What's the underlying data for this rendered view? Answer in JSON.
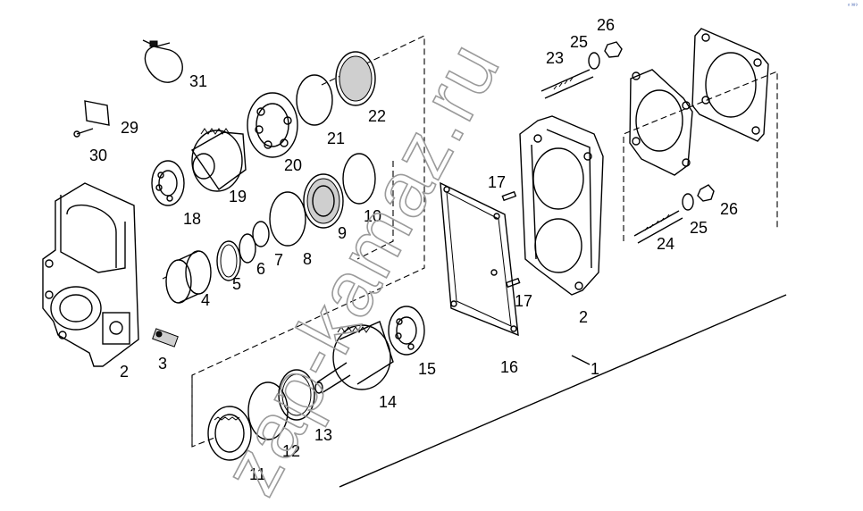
{
  "diagram": {
    "callouts": [
      "31",
      "29",
      "30",
      "19",
      "18",
      "20",
      "21",
      "22",
      "23",
      "25",
      "26",
      "17",
      "2",
      "5",
      "6",
      "7",
      "8",
      "9",
      "10",
      "4",
      "3",
      "16",
      "15",
      "14",
      "13",
      "12",
      "11",
      "24",
      "1"
    ],
    "mark": "ᵒ ³⁸⁹"
  },
  "watermark": {
    "text": "zap-kamaz.ru"
  }
}
